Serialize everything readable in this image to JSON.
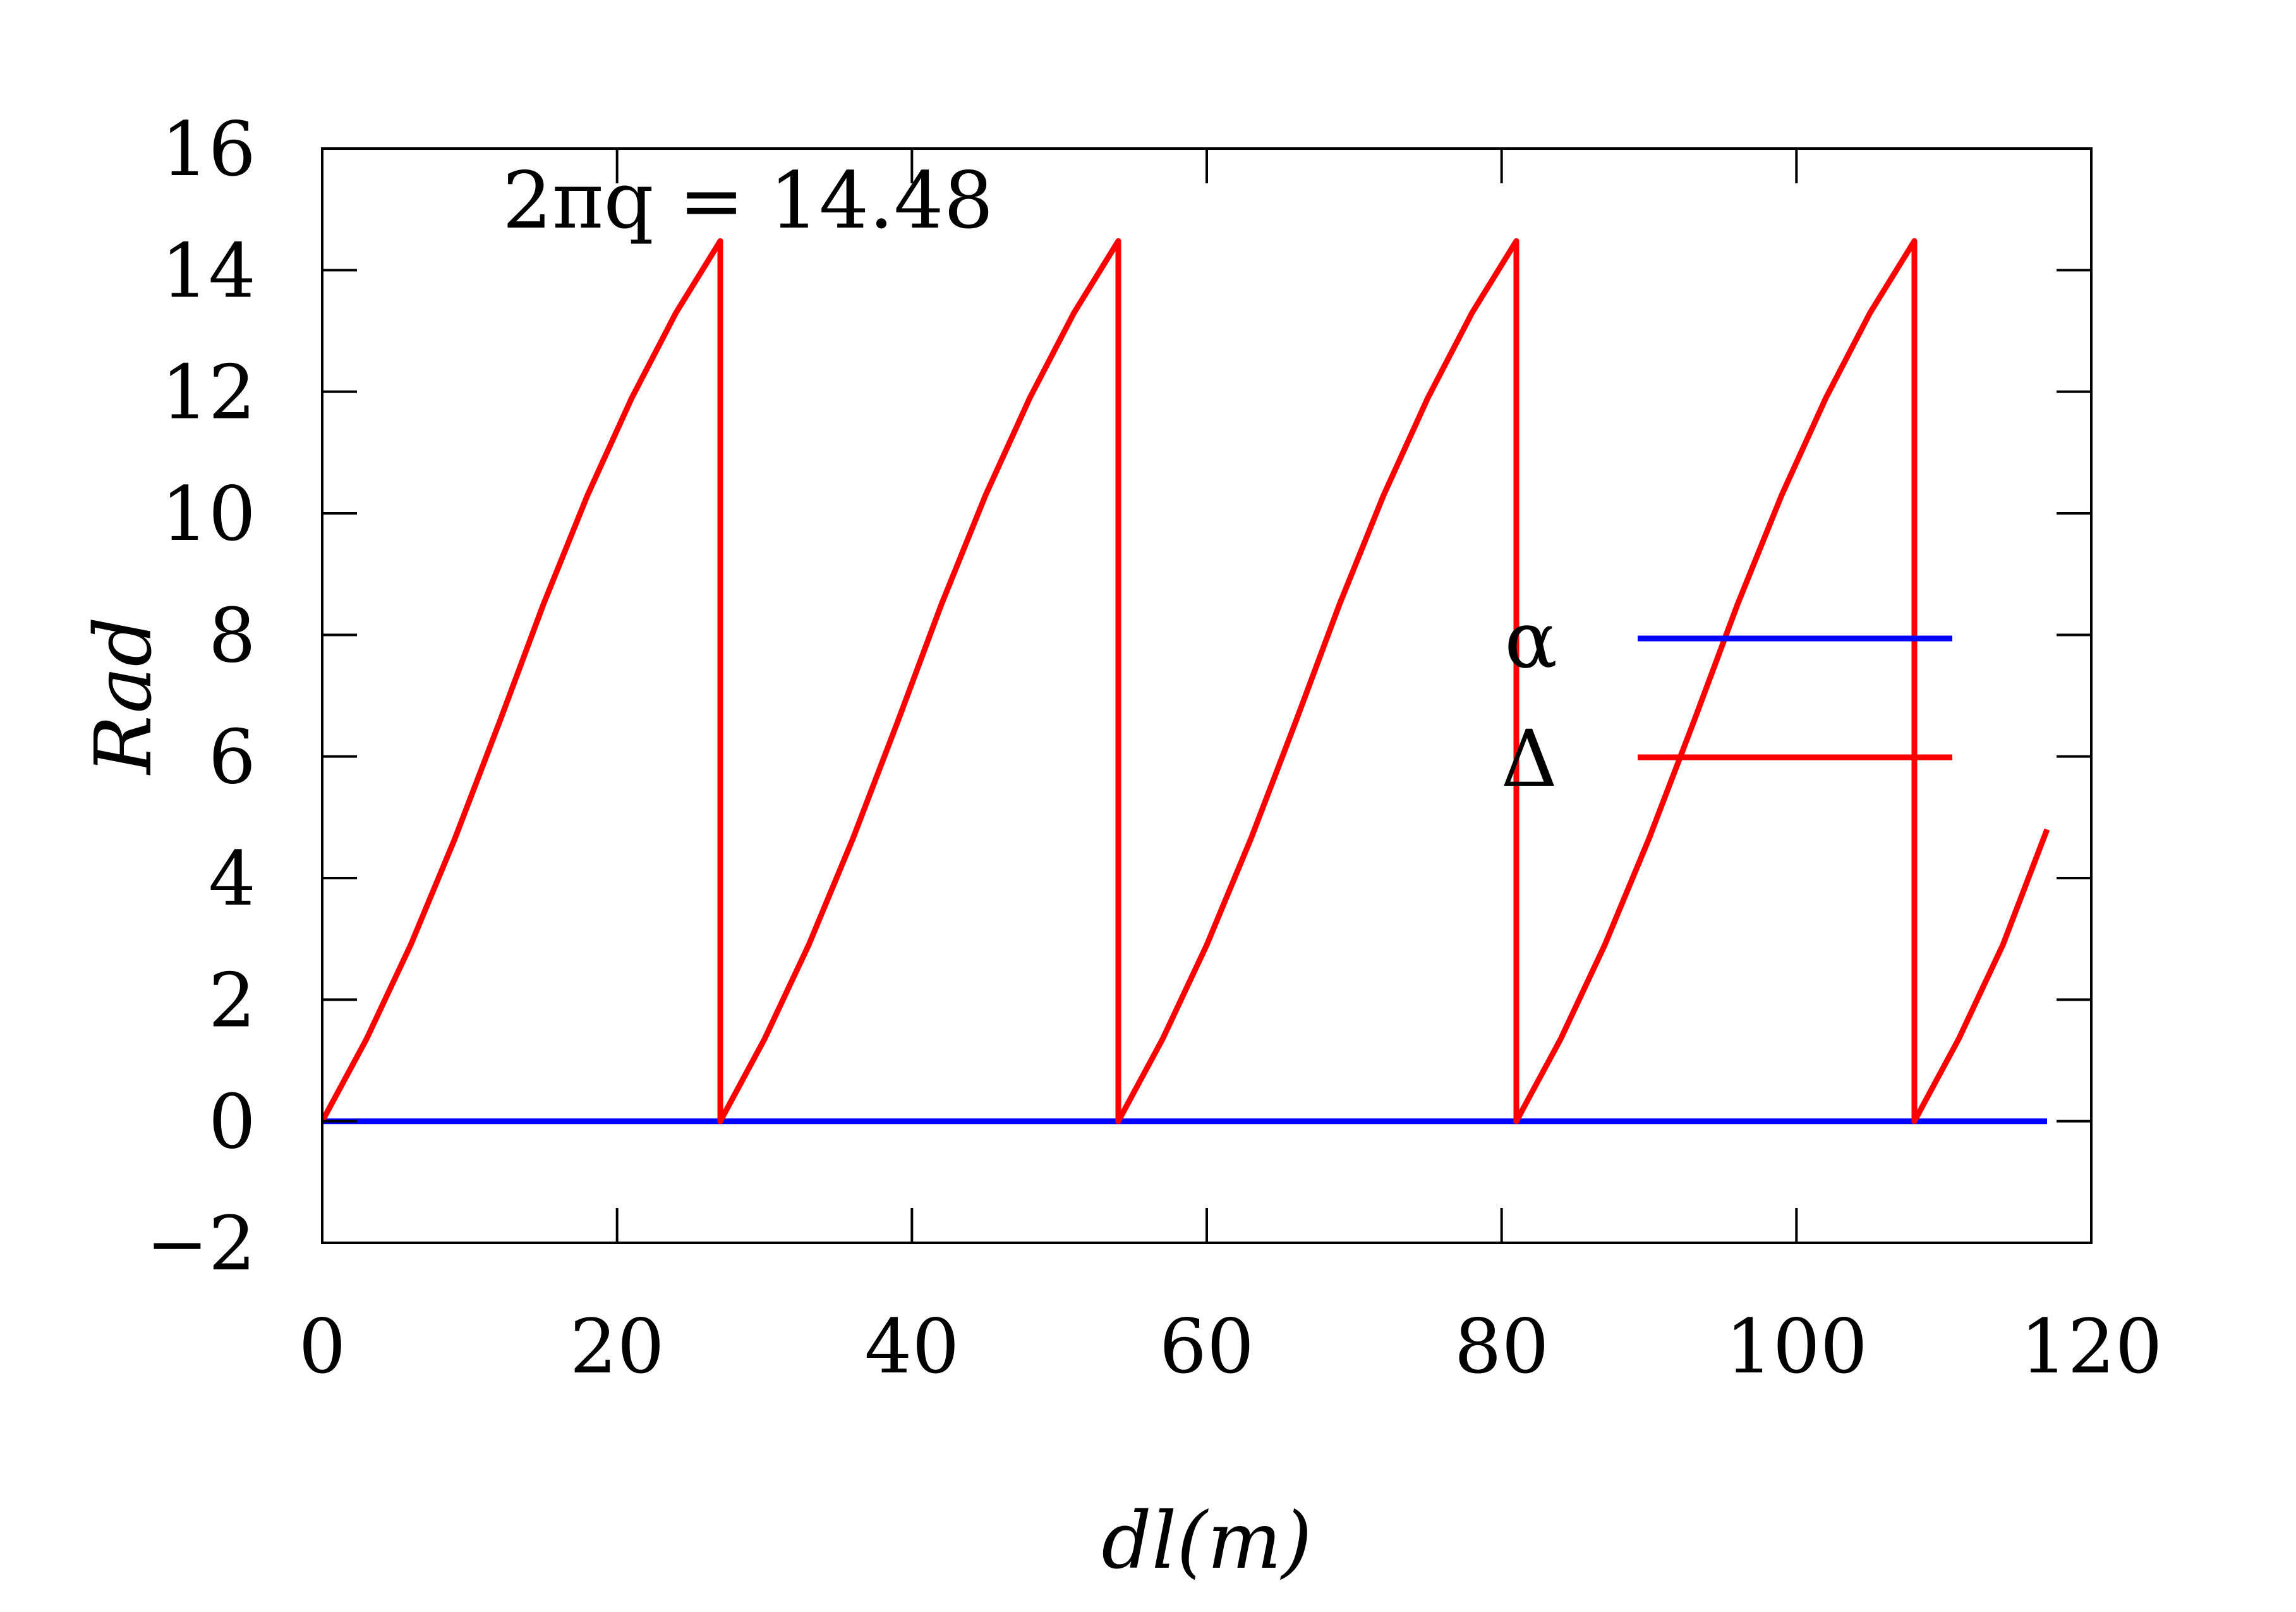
{
  "chart_data": {
    "type": "line",
    "xlabel": "dl(m)",
    "ylabel": "Rad",
    "xlim": [
      0,
      120
    ],
    "ylim": [
      -2,
      16
    ],
    "xticks": [
      0,
      20,
      40,
      60,
      80,
      100,
      120
    ],
    "yticks": [
      -2,
      0,
      2,
      4,
      6,
      8,
      10,
      12,
      14,
      16
    ],
    "xtick_labels": [
      "0",
      "20",
      "40",
      "60",
      "80",
      "100",
      "120"
    ],
    "ytick_labels": [
      "−2",
      "0",
      "2",
      "4",
      "6",
      "8",
      "10",
      "12",
      "14",
      "16"
    ],
    "annotation": "2πq = 14.48",
    "grid": false,
    "legend_position": "right",
    "series": [
      {
        "name": "α",
        "color": "#0000ff",
        "x": [
          0,
          117
        ],
        "y": [
          0,
          0
        ]
      },
      {
        "name": "Δ",
        "color": "#ff0000",
        "x": [
          0,
          3,
          6,
          9,
          12,
          15,
          18,
          21,
          24,
          27,
          27,
          30,
          33,
          36,
          39,
          42,
          45,
          48,
          51,
          54,
          54,
          57,
          60,
          63,
          66,
          69,
          72,
          75,
          78,
          81,
          81,
          84,
          87,
          90,
          93,
          96,
          99,
          102,
          105,
          108,
          108,
          111,
          114,
          117
        ],
        "y": [
          0,
          1.35,
          2.9,
          4.65,
          6.55,
          8.5,
          10.3,
          11.9,
          13.3,
          14.48,
          0,
          1.35,
          2.9,
          4.65,
          6.55,
          8.5,
          10.3,
          11.9,
          13.3,
          14.48,
          0,
          1.35,
          2.9,
          4.65,
          6.55,
          8.5,
          10.3,
          11.9,
          13.3,
          14.48,
          0,
          1.35,
          2.9,
          4.65,
          6.55,
          8.5,
          10.3,
          11.9,
          13.3,
          14.48,
          0,
          1.35,
          2.9,
          4.8
        ]
      }
    ]
  }
}
